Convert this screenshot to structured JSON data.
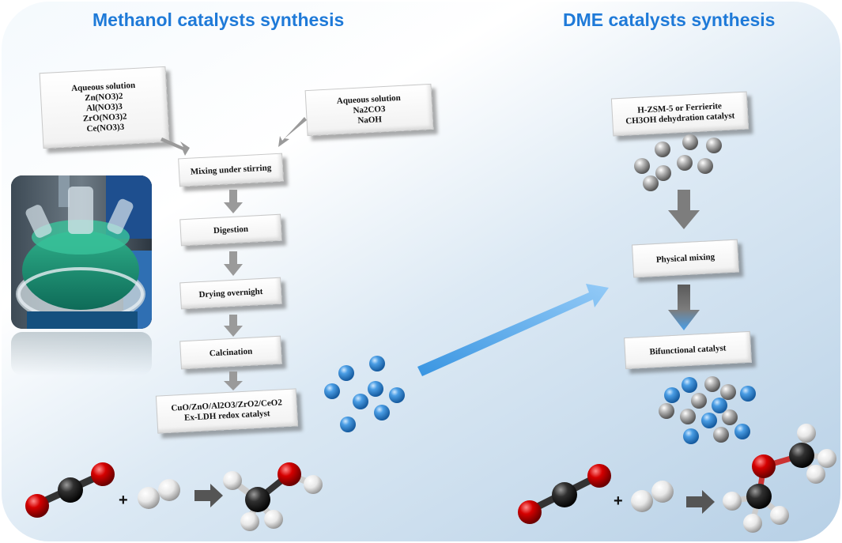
{
  "titles": {
    "methanol": "Methanol catalysts synthesis",
    "dme": "DME catalysts synthesis"
  },
  "boxes": {
    "aqueous_salts": {
      "line1": "Aqueous solution",
      "line2": "Zn(NO3)2",
      "line3": "Al(NO3)3",
      "line4": "ZrO(NO3)2",
      "line5": "Ce(NO3)3"
    },
    "aqueous_base": {
      "line1": "Aqueous solution",
      "line2": "Na2CO3",
      "line3": "NaOH"
    },
    "mixing": "Mixing under stirring",
    "digestion": "Digestion",
    "drying": "Drying overnight",
    "calcination": "Calcination",
    "redox_catalyst": {
      "line1": "CuO/ZnO/Al2O3/ZrO2/CeO2",
      "line2": "Ex-LDH redox catalyst"
    },
    "zeolite": {
      "line1": "H-ZSM-5 or Ferrierite",
      "line2": "CH3OH dehydration catalyst"
    },
    "physical_mixing": "Physical mixing",
    "bifunctional": "Bifunctional catalyst"
  },
  "equations": {
    "plus": "+"
  },
  "colors": {
    "title_blue": "#1f7ad8",
    "sphere_blue": "#3a8fd8",
    "sphere_grey": "#9a9a9a",
    "oxygen_red": "#d10000",
    "carbon_dark": "#2a2a2a",
    "hydrogen_white": "#f2f2f2"
  }
}
